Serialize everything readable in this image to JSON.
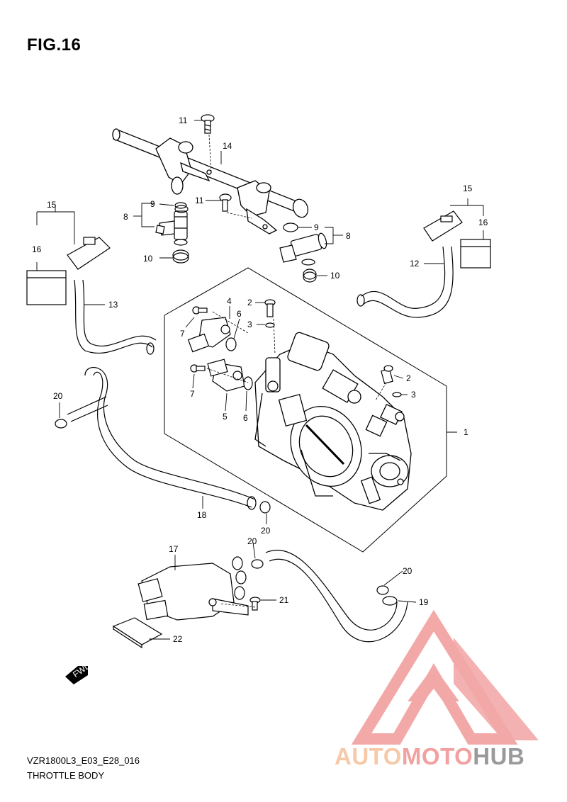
{
  "figure": {
    "title": "FIG.16",
    "code": "VZR1800L3_E03_E28_016",
    "name": "THROTTLE BODY"
  },
  "callouts": [
    "1",
    "2",
    "2",
    "3",
    "3",
    "4",
    "5",
    "6",
    "6",
    "7",
    "7",
    "8",
    "8",
    "9",
    "9",
    "10",
    "10",
    "11",
    "11",
    "12",
    "13",
    "14",
    "15",
    "15",
    "16",
    "16",
    "17",
    "18",
    "19",
    "20",
    "20",
    "20",
    "20",
    "21",
    "22"
  ],
  "fwd_badge": "FWD",
  "watermark": {
    "part1": "AUTO",
    "part2": "MOTO",
    "part3": "HUB",
    "colors": {
      "auto": "#f6c9a8",
      "moto": "#f2a0a0",
      "hub": "#9a9a9a",
      "logo": "#f08c8c"
    }
  }
}
